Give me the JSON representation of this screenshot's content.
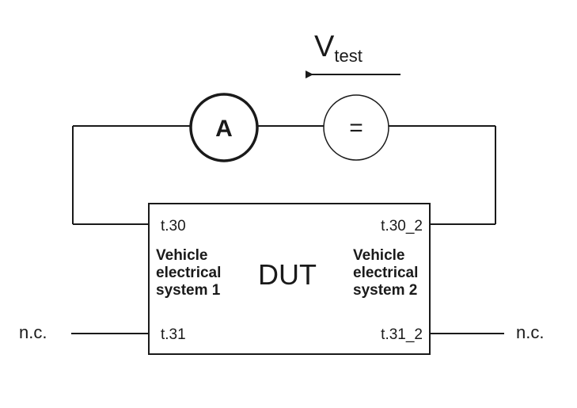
{
  "source": {
    "voltage_symbol": "V",
    "voltage_subscript": "test"
  },
  "ammeter": {
    "label": "A"
  },
  "dc_source": {
    "label": "="
  },
  "dut": {
    "label": "DUT",
    "terminals": {
      "t30": "t.30",
      "t31": "t.31",
      "t30_2": "t.30_2",
      "t31_2": "t.31_2"
    },
    "system_1": [
      "Vehicle",
      "electrical",
      "system 1"
    ],
    "system_2": [
      "Vehicle",
      "electrical",
      "system 2"
    ]
  },
  "not_connected_left": "n.c.",
  "not_connected_right": "n.c."
}
